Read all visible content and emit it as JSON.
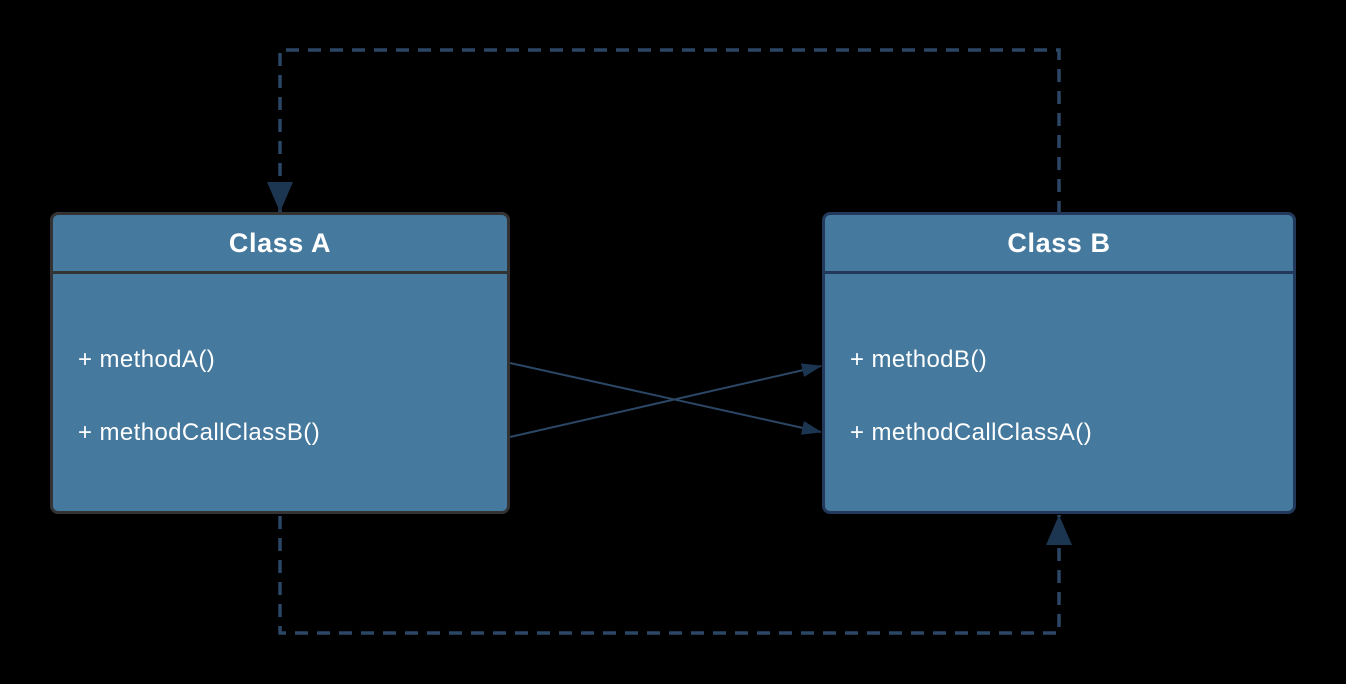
{
  "diagram": {
    "type": "uml-class-diagram",
    "classes": [
      {
        "id": "class-a",
        "title": "Class A",
        "methods": [
          "+ methodA()",
          "+ methodCallClassB()"
        ]
      },
      {
        "id": "class-b",
        "title": "Class B",
        "methods": [
          "+ methodB()",
          "+ methodCallClassA()"
        ]
      }
    ],
    "edges": [
      {
        "from": "Class B",
        "to": "Class A",
        "style": "dashed",
        "route": "over-the-top",
        "arrow_at": "Class A top"
      },
      {
        "from": "Class A",
        "to": "Class B",
        "style": "dashed",
        "route": "under-the-bottom",
        "arrow_at": "Class B bottom"
      },
      {
        "from": "Class A methodA()",
        "to": "Class B methodCallClassA()",
        "style": "solid",
        "arrow_at": "Class B left"
      },
      {
        "from": "Class A methodCallClassB()",
        "to": "Class B methodB()",
        "style": "solid",
        "arrow_at": "Class B left"
      }
    ],
    "colors": {
      "background": "#000000",
      "boxFill": "#45799D",
      "classABorder": "#333333",
      "classBBorder": "#22395B",
      "connector": "#2B4765",
      "arrowhead": "#1C3551",
      "text": "#FFFFFF"
    }
  }
}
